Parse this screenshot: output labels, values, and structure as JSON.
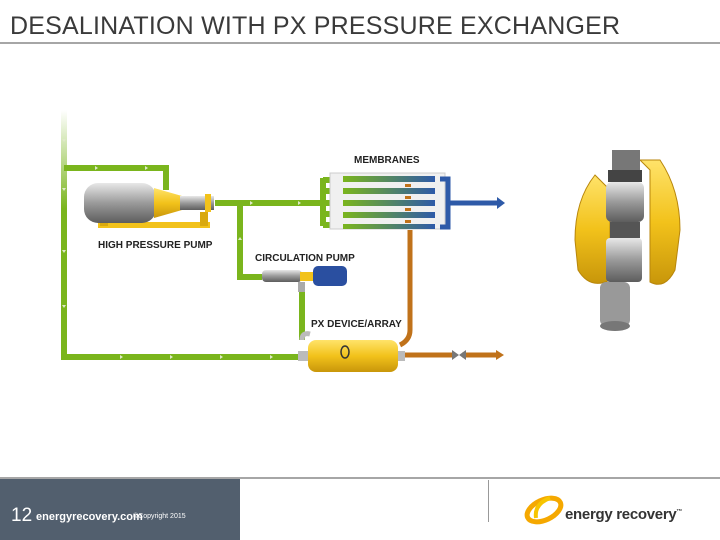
{
  "title": "DESALINATION WITH PX PRESSURE EXCHANGER",
  "diagram": {
    "labels": {
      "membranes": "MEMBRANES",
      "high_pressure_pump": "HIGH PRESSURE PUMP",
      "circulation_pump": "CIRCULATION PUMP",
      "px_device": "PX DEVICE/ARRAY"
    },
    "colors": {
      "seawater": "#7ab51d",
      "permeate": "#2e5aa8",
      "brine": "#c0721a",
      "px_body": "#f2c21b"
    }
  },
  "footer": {
    "page_number": "12",
    "website": "energyrecovery.com",
    "copyright": "©Copyright 2015",
    "logo_text": "energy recovery",
    "logo_tm": "™"
  }
}
